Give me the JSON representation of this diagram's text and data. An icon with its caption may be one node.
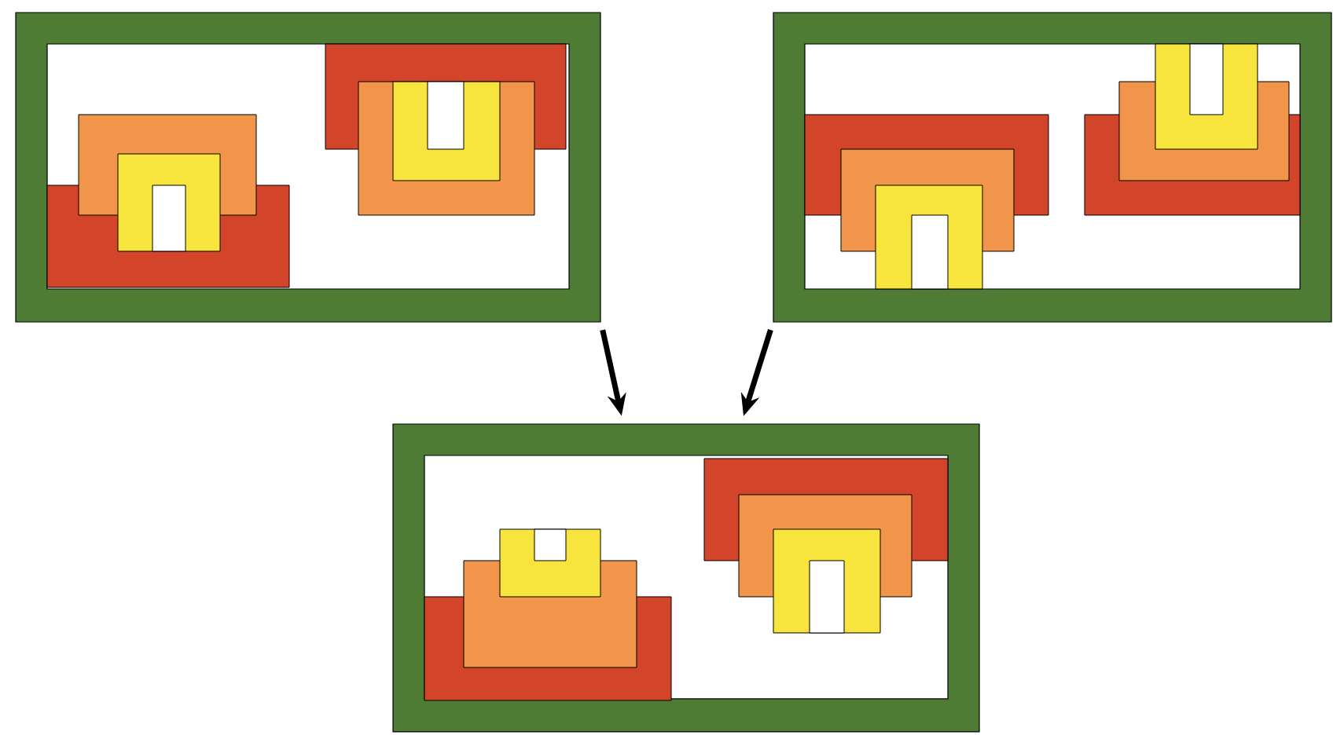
{
  "diagram": {
    "nodes": [
      {
        "text": [],
        "shape": "box"
      },
      {
        "text": [],
        "shape": "box"
      },
      {
        "text": [],
        "shape": "box"
      }
    ],
    "edges": [
      {
        "from": 0,
        "to": 2,
        "arrow": "to"
      },
      {
        "from": 1,
        "to": 2,
        "arrow": "to"
      }
    ]
  }
}
